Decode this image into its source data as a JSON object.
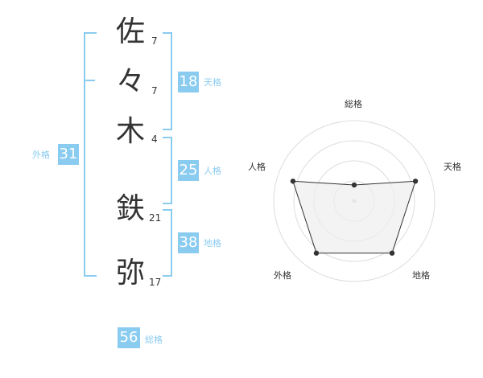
{
  "name_chars": [
    {
      "char": "佐",
      "strokes": "7"
    },
    {
      "char": "々",
      "strokes": "7"
    },
    {
      "char": "木",
      "strokes": "4"
    },
    {
      "char": "鉄",
      "strokes": "21"
    },
    {
      "char": "弥",
      "strokes": "17"
    }
  ],
  "groups": {
    "tenkaku": {
      "value": "18",
      "label": "天格"
    },
    "jinkaku": {
      "value": "25",
      "label": "人格"
    },
    "chikaku": {
      "value": "38",
      "label": "地格"
    },
    "gaikaku": {
      "value": "31",
      "label": "外格"
    },
    "soukaku": {
      "value": "56",
      "label": "総格"
    }
  },
  "colors": {
    "accent": "#8acbf0",
    "text": "#333333",
    "grid": "#dddddd",
    "fill": "#eeeeee"
  },
  "chart_data": {
    "type": "radar",
    "axes": [
      "総格",
      "天格",
      "地格",
      "外格",
      "人格"
    ],
    "values": [
      0.2,
      0.8,
      0.8,
      0.8,
      0.8
    ],
    "range": [
      0,
      1
    ],
    "rings": 4,
    "grid": true
  }
}
